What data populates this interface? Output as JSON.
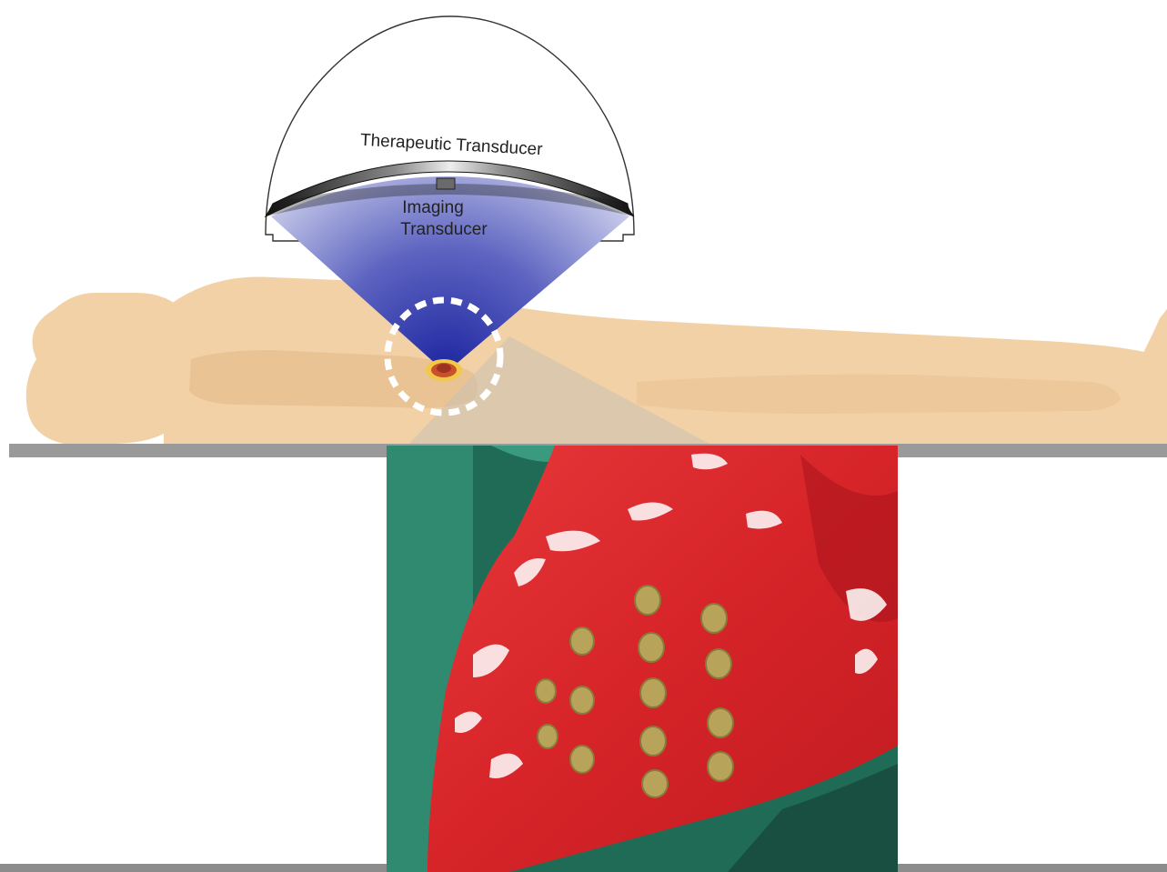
{
  "labels": {
    "therapeutic_transducer": "Therapeutic Transducer",
    "imaging_line1": "Imaging",
    "imaging_line2": "Transducer"
  },
  "colors": {
    "skin": "#f3d1a7",
    "skin_shadow": "#e9c394",
    "table": "#9a9a9a",
    "beam_dark": "#1d25a0",
    "beam_light": "#e2e4f4",
    "tissue_red": "#d8262a",
    "drape_green": "#1f6b55",
    "lesion": "#b7a35a"
  },
  "photo": {
    "lesion_grid_columns": 4,
    "lesion_grid_rows": 5
  }
}
